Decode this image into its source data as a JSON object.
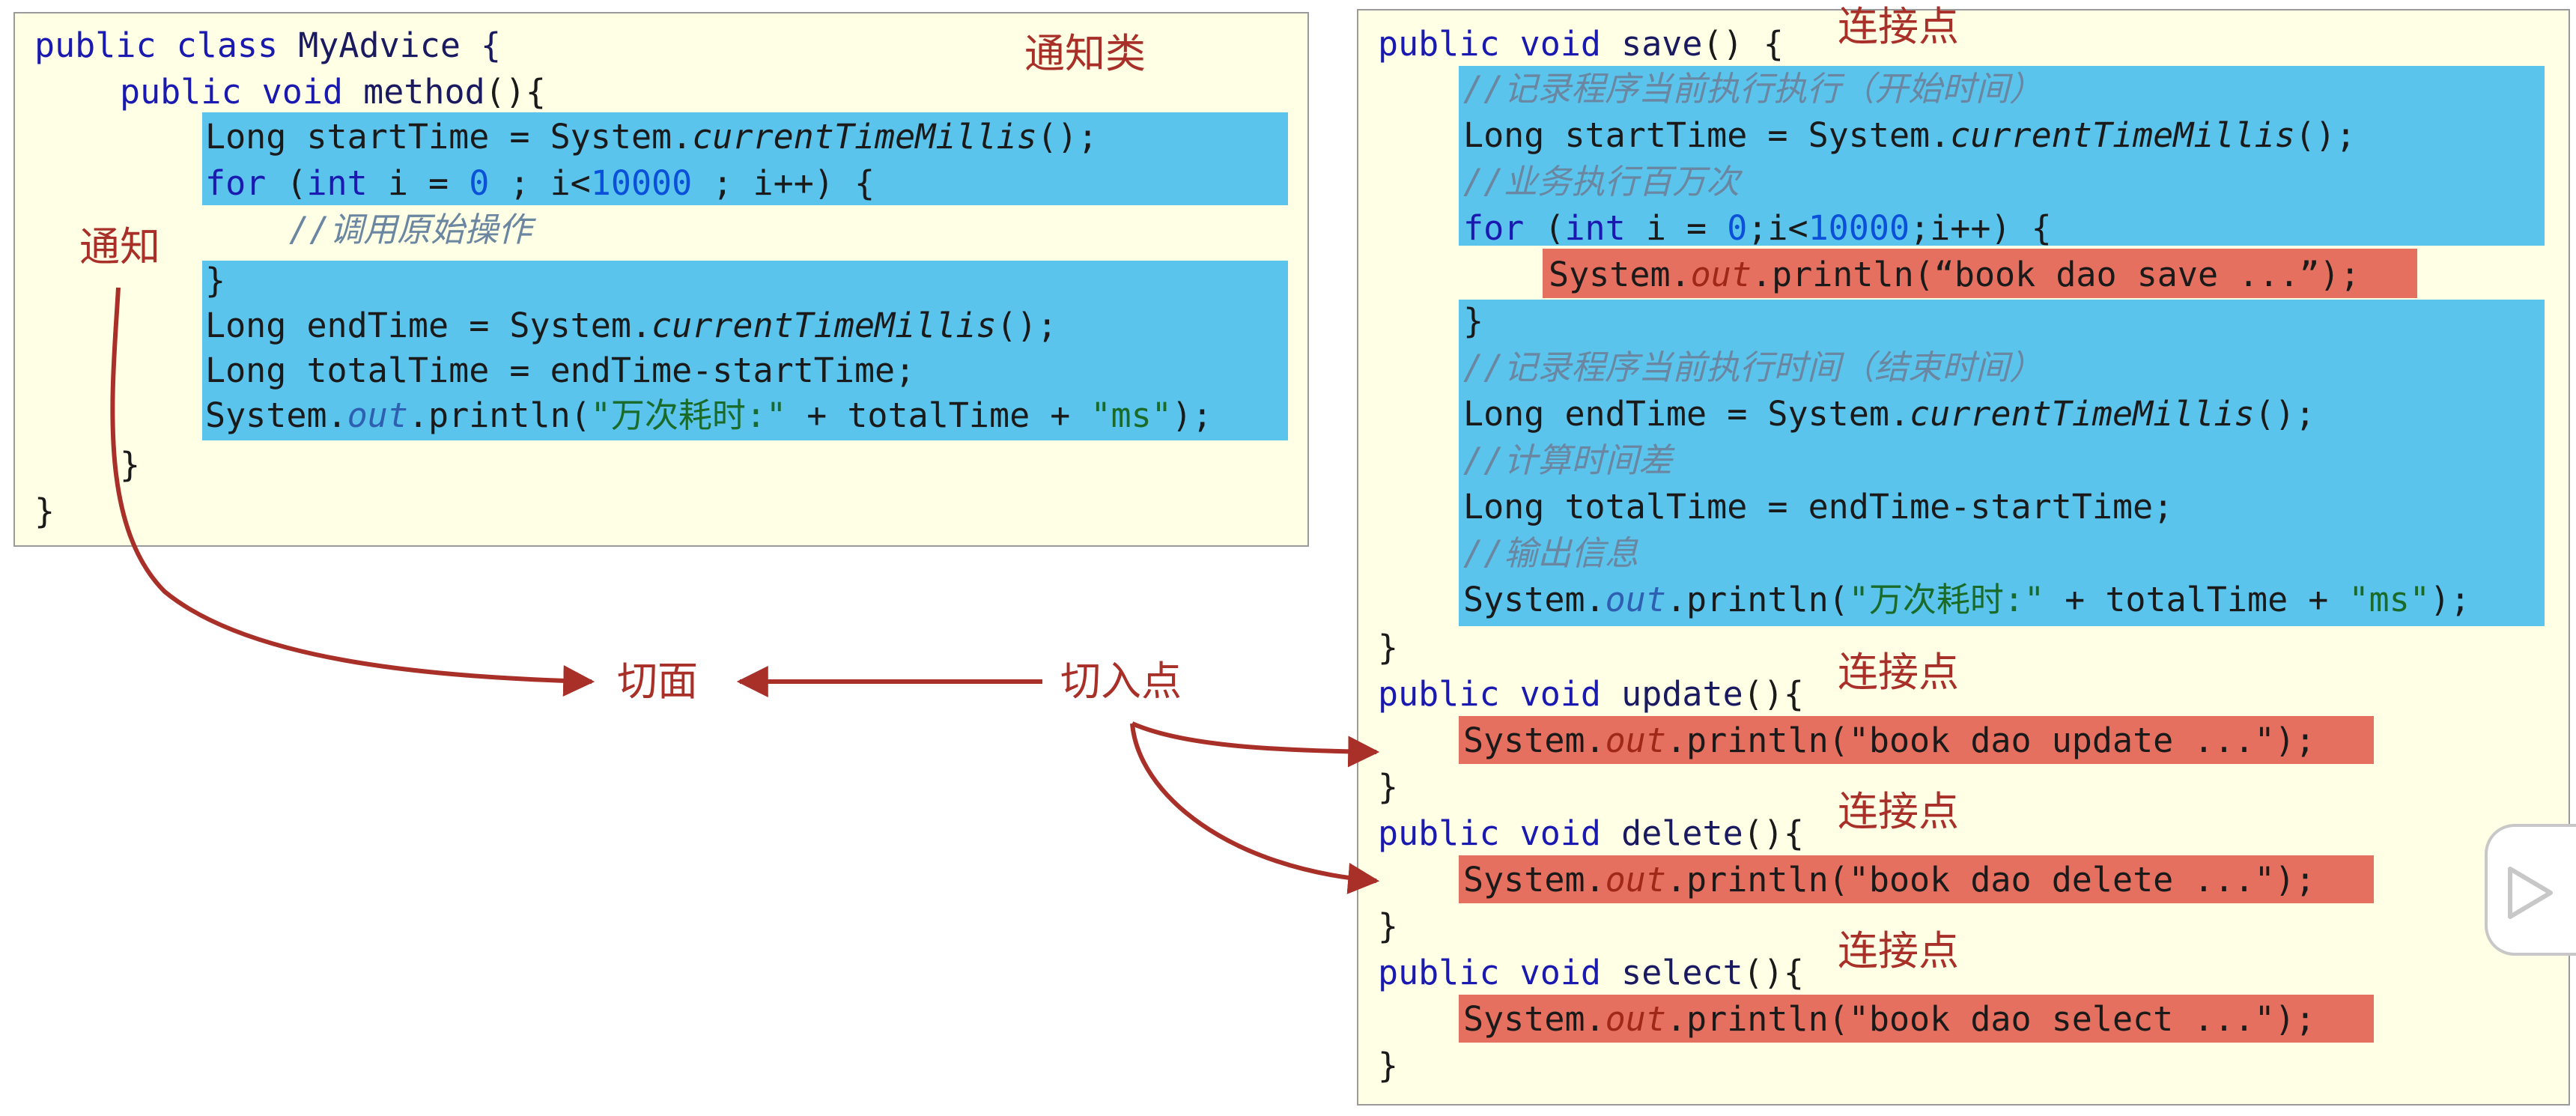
{
  "left_panel": {
    "title": "通知类",
    "code": {
      "l1": {
        "kw": "public class",
        "name": " MyAdvice {"
      },
      "l2": {
        "kw": "public void",
        "name": " method",
        "rest": "(){"
      },
      "l3": {
        "a": "Long startTime = System.",
        "b": "currentTimeMillis",
        "c": "();"
      },
      "l4": {
        "kw1": "for",
        "a": " (",
        "kw2": "int",
        "b": " i = ",
        "n1": "0",
        "c": " ; i<",
        "n2": "10000",
        "d": " ; i++) {"
      },
      "l5": "//调用原始操作",
      "l6": "}",
      "l7": {
        "a": "Long endTime = System.",
        "b": "currentTimeMillis",
        "c": "();"
      },
      "l8": "Long totalTime = endTime-startTime;",
      "l9": {
        "a": "System.",
        "b": "out",
        "c": ".println(",
        "s1": "\"万次耗时:\"",
        "d": " + totalTime + ",
        "s2": "\"ms\"",
        "e": ");"
      },
      "l10": "}",
      "l11": "}"
    }
  },
  "right_panel": {
    "save": {
      "sig_kw": "public void",
      "sig_name": " save",
      "sig_rest": "() {",
      "join_label": "连接点",
      "c1": "//记录程序当前执行执行（开始时间）",
      "l_start": {
        "a": "Long startTime = System.",
        "b": "currentTimeMillis",
        "c": "();"
      },
      "c2": "//业务执行百万次",
      "l_for": {
        "kw1": "for",
        "a": " (",
        "kw2": "int",
        "b": " i = ",
        "n1": "0",
        "c": ";i<",
        "n2": "10000",
        "d": ";i++) {"
      },
      "l_print": {
        "a": "System.",
        "b": "out",
        "c": ".println(",
        "s": "“book dao save ...”",
        "d": ");"
      },
      "close_for": "}",
      "c3": "//记录程序当前执行时间（结束时间）",
      "l_end": {
        "a": "Long endTime = System.",
        "b": "currentTimeMillis",
        "c": "();"
      },
      "c4": "//计算时间差",
      "l_total": "Long totalTime = endTime-startTime;",
      "c5": "//输出信息",
      "l_out": {
        "a": "System.",
        "b": "out",
        "c": ".println(",
        "s1": "\"万次耗时:\"",
        "d": " + totalTime + ",
        "s2": "\"ms\"",
        "e": ");"
      },
      "close": "}"
    },
    "update": {
      "sig_kw": "public void",
      "sig_name": " update",
      "sig_rest": "(){",
      "join_label": "连接点",
      "p_a": "System.",
      "p_b": "out",
      "p_c": ".println(",
      "p_s": "\"book dao update ...\"",
      "p_d": ");",
      "close": "}"
    },
    "delete": {
      "sig_kw": "public void",
      "sig_name": " delete",
      "sig_rest": "(){",
      "join_label": "连接点",
      "p_a": "System.",
      "p_b": "out",
      "p_c": ".println(",
      "p_s": "\"book dao delete ...\"",
      "p_d": ");",
      "close": "}"
    },
    "select": {
      "sig_kw": "public void",
      "sig_name": " select",
      "sig_rest": "(){",
      "join_label": "连接点",
      "p_a": "System.",
      "p_b": "out",
      "p_c": ".println(",
      "p_s": "\"book dao select ...\"",
      "p_d": ");",
      "close": "}"
    }
  },
  "labels": {
    "advice": "通知",
    "aspect": "切面",
    "pointcut": "切入点"
  },
  "colors": {
    "panel_bg": "#ffffe6",
    "highlight_blue": "#5bc4ec",
    "highlight_red": "#e57060",
    "label_red": "#a83028",
    "arrow": "#a83028"
  },
  "icons": {
    "play": "play-icon"
  }
}
